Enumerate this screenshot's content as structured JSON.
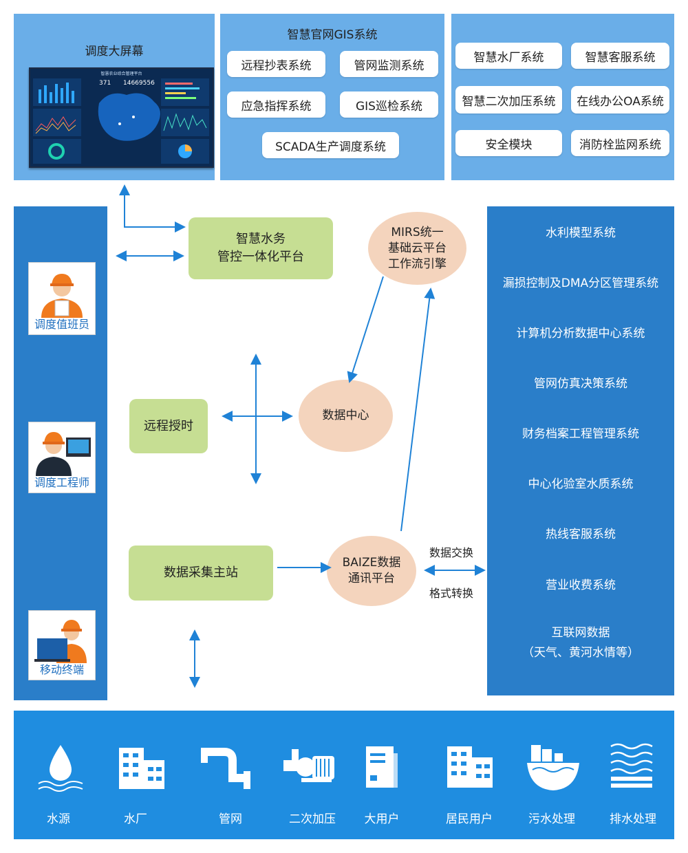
{
  "top_left": {
    "title": "调度大屏幕",
    "screen_title": "智慧农业综合管理平台",
    "screen_num1": "371",
    "screen_num2": "14669556"
  },
  "top_middle": {
    "title": "智慧官网GIS系统",
    "items": [
      "远程抄表系统",
      "管网监测系统",
      "应急指挥系统",
      "GIS巡检系统",
      "SCADA生产调度系统"
    ]
  },
  "top_right": {
    "items": [
      "智慧水厂系统",
      "智慧客服系统",
      "智慧二次加压系统",
      "在线办公OA系统",
      "安全模块",
      "消防栓监网系统"
    ]
  },
  "left_column": {
    "persons": [
      "调度值班员",
      "调度工程师",
      "移动终端"
    ]
  },
  "center": {
    "platform": {
      "line1": "智慧水务",
      "line2": "管控一体化平台"
    },
    "mirs": {
      "line1": "MIRS统一",
      "line2": "基础云平台",
      "line3": "工作流引擎"
    },
    "remote_time": "远程授时",
    "data_center": "数据中心",
    "collect_station": "数据采集主站",
    "baize": {
      "line1": "BAIZE数据",
      "line2": "通讯平台"
    },
    "exchange": "数据交换",
    "convert": "格式转换"
  },
  "right_column": {
    "items": [
      "水利模型系统",
      "漏损控制及DMA分区管理系统",
      "计算机分析数据中心系统",
      "管网仿真决策系统",
      "财务档案工程管理系统",
      "中心化验室水质系统",
      "热线客服系统",
      "营业收费系统"
    ],
    "last_line1": "互联网数据",
    "last_line2": "（天气、黄河水情等）"
  },
  "bottom": {
    "items": [
      "水源",
      "水厂",
      "管网",
      "二次加压",
      "大用户",
      "居民用户",
      "污水处理",
      "排水处理"
    ]
  },
  "colors": {
    "light_panel": "#6aaee8",
    "dark_panel": "#2a7ec9",
    "bottom_panel": "#1f8de0",
    "green_box": "#c6de93",
    "peach_circle": "#f4d4bd",
    "arrow": "#1f82d6"
  }
}
